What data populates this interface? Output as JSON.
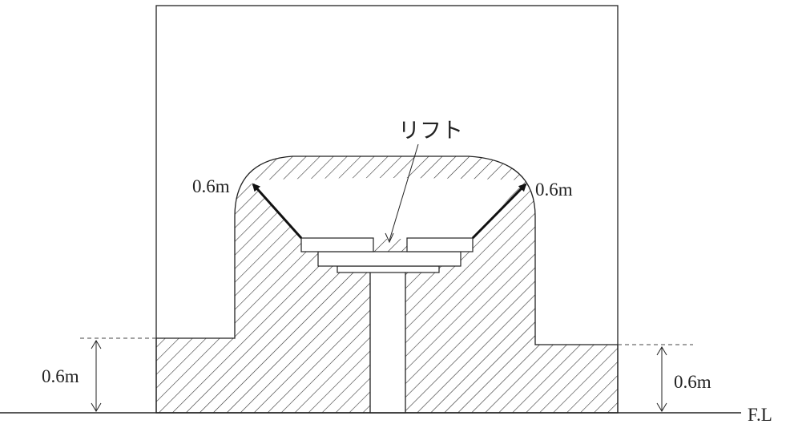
{
  "labels": {
    "lift": "リフト",
    "upper_left": "0.6m",
    "upper_right": "0.6m",
    "lower_left": "0.6m",
    "lower_right": "0.6m",
    "floor_level": "F.L"
  }
}
